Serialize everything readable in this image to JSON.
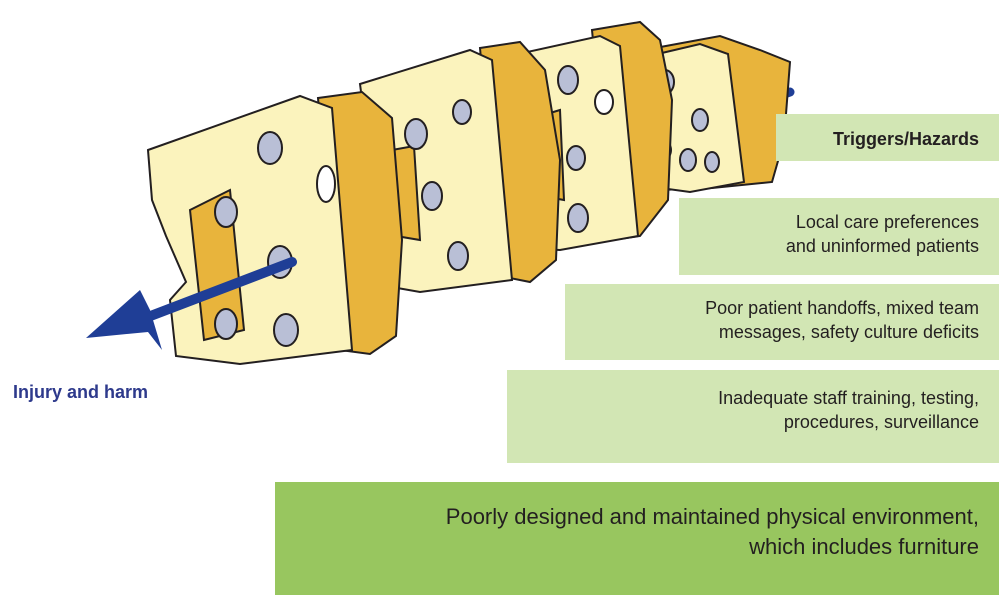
{
  "outcome_label": "Injury and harm",
  "layers": {
    "triggers": "Triggers/Hazards",
    "local": [
      "Local care preferences",
      "and uninformed patients"
    ],
    "handoffs": [
      "Poor patient handoffs, mixed team",
      "messages, safety culture deficits"
    ],
    "training": [
      "Inadequate staff training, testing,",
      "procedures, surveillance"
    ],
    "environment": [
      "Poorly designed and maintained physical environment,",
      "which includes furniture"
    ]
  },
  "colors": {
    "cheese_face": "#fbf3bd",
    "cheese_side": "#e8b43c",
    "cheese_outline": "#231f20",
    "hole_fill": "#b9bfd6",
    "arrow": "#1f3e96",
    "label_light_green": "#d2e6b4",
    "label_dark_green": "#98c65f",
    "outcome_text": "#2e3a8c"
  },
  "icons": [
    "cheese-slice-icon",
    "trajectory-arrow-icon"
  ]
}
